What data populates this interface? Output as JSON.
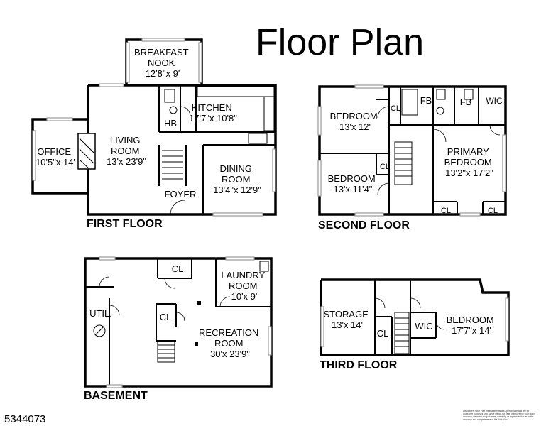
{
  "title": "Floor Plan",
  "listing_number": "5344073",
  "disclaimer": [
    "Disclaimer: Floor Plan measurements are approximate and are for",
    "illustrative purposes only. While we do our best to ensure the floor plan's",
    "accuracy, we make no guarantee, warranty, or representation as to the",
    "accuracy and completeness of the floor plan."
  ],
  "floors": {
    "first": {
      "label": "FIRST FLOOR",
      "rooms": {
        "breakfast": [
          "BREAKFAST",
          "NOOK",
          "12'8\"x 9'"
        ],
        "kitchen": [
          "KITCHEN",
          "17'7\"x 10'8\""
        ],
        "hb": [
          "HB"
        ],
        "office": [
          "OFFICE",
          "10'5\"x 14'"
        ],
        "living": [
          "LIVING",
          "ROOM",
          "13'x 23'9\""
        ],
        "dining": [
          "DINING",
          "ROOM",
          "13'4\"x 12'9\""
        ],
        "foyer": [
          "FOYER"
        ]
      }
    },
    "second": {
      "label": "SECOND FLOOR",
      "rooms": {
        "bedroom1": [
          "BEDROOM",
          "13'x 12'"
        ],
        "bedroom2": [
          "BEDROOM",
          "13'x 11'4\""
        ],
        "primary": [
          "PRIMARY",
          "BEDROOM",
          "13'2\"x 17'2\""
        ],
        "cl_a": [
          "CL"
        ],
        "cl_b": [
          "CL"
        ],
        "cl_c": [
          "CL"
        ],
        "cl_d": [
          "CL"
        ],
        "fb1": [
          "FB"
        ],
        "fb2": [
          "FB"
        ],
        "wic": [
          "WIC"
        ]
      }
    },
    "basement": {
      "label": "BASEMENT",
      "rooms": {
        "cl_top": [
          "CL"
        ],
        "laundry": [
          "LAUNDRY",
          "ROOM",
          "10'x 9'"
        ],
        "util": [
          "UTIL."
        ],
        "cl_mid": [
          "CL"
        ],
        "recreation": [
          "RECREATION",
          "ROOM",
          "30'x 23'9\""
        ]
      }
    },
    "third": {
      "label": "THIRD FLOOR",
      "rooms": {
        "storage": [
          "STORAGE",
          "13'x 14'"
        ],
        "cl": [
          "CL"
        ],
        "wic": [
          "WIC"
        ],
        "bedroom": [
          "BEDROOM",
          "17'7\"x 14'"
        ]
      }
    }
  }
}
